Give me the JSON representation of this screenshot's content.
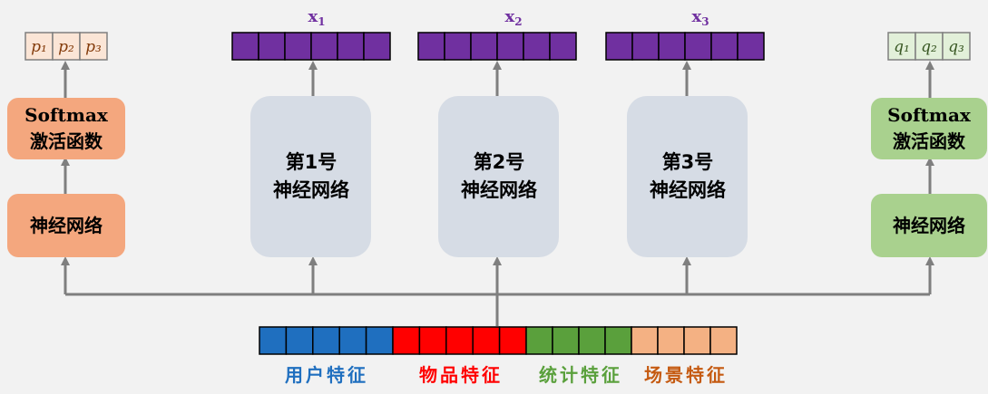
{
  "colors": {
    "background": "#f2f2f2",
    "arrow": "#7f7f7f",
    "purple": "#7030a0",
    "orange_box": "#f4a77e",
    "orange_light": "#fbe5d6",
    "green_box": "#a9d18e",
    "green_light": "#e2f0d9",
    "gray_box": "#d6dce5",
    "user_feature": "#1f6fbf",
    "item_feature": "#ff0000",
    "stat_feature": "#5aa03c",
    "scene_feature": "#f4b183"
  },
  "left_branch": {
    "outputs": [
      "p₁",
      "p₂",
      "p₃"
    ],
    "softmax_line1": "Softmax",
    "softmax_line2": "激活函数",
    "network": "神经网络"
  },
  "right_branch": {
    "outputs": [
      "q₁",
      "q₂",
      "q₃"
    ],
    "softmax_line1": "Softmax",
    "softmax_line2": "激活函数",
    "network": "神经网络"
  },
  "experts": [
    {
      "output": "x",
      "sub": "1",
      "line1": "第1号",
      "line2": "神经网络"
    },
    {
      "output": "x",
      "sub": "2",
      "line1": "第2号",
      "line2": "神经网络"
    },
    {
      "output": "x",
      "sub": "3",
      "line1": "第3号",
      "line2": "神经网络"
    }
  ],
  "features": {
    "user": "用户特征",
    "item": "物品特征",
    "stat": "统计特征",
    "scene": "场景特征"
  }
}
